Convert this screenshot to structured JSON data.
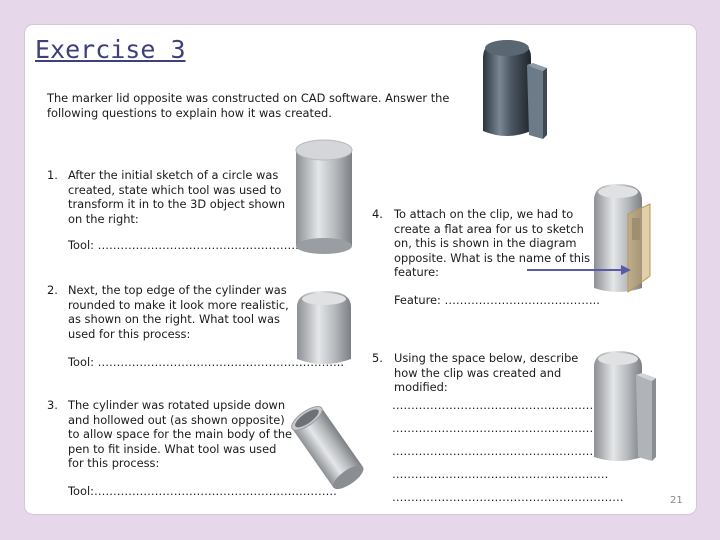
{
  "title": "Exercise 3",
  "intro": "The marker lid opposite was constructed on CAD software. Answer the following questions to explain how it was created.",
  "questions": [
    {
      "number": "1.",
      "text": "After the initial sketch of a circle was created, state which tool was used to transform it in to the 3D object shown on the right:",
      "answer_label": "Tool: ………………………………………………………"
    },
    {
      "number": "2.",
      "text": "Next, the top edge of the cylinder was rounded to make it look more realistic, as shown on the right. What tool was used for this process:",
      "answer_label": "Tool: ……………………………………………………….."
    },
    {
      "number": "3.",
      "text": "The cylinder was rotated upside down and hollowed out (as shown opposite) to allow space for the main body of the pen to fit inside. What tool was used for this process:",
      "answer_label": "Tool:………………………………………………………."
    },
    {
      "number": "4.",
      "text": "To attach on the clip, we had to create a flat area for us to sketch on, this is shown in the diagram opposite. What is the name of this feature:",
      "answer_label": "Feature: ………………………………….."
    },
    {
      "number": "5.",
      "text": "Using the space below, describe how the clip was created and modified:",
      "answer_lines": [
        "…………………………………………………",
        "…………………………………………………",
        "…………………………………………………",
        "…………………………………………………",
        "……………………………………………………."
      ]
    }
  ],
  "page_number": "21",
  "colors": {
    "background": "#e6d8ea",
    "title": "#3f3f7a",
    "arrow": "#5a5aa8",
    "plane": "#d8c27a"
  }
}
